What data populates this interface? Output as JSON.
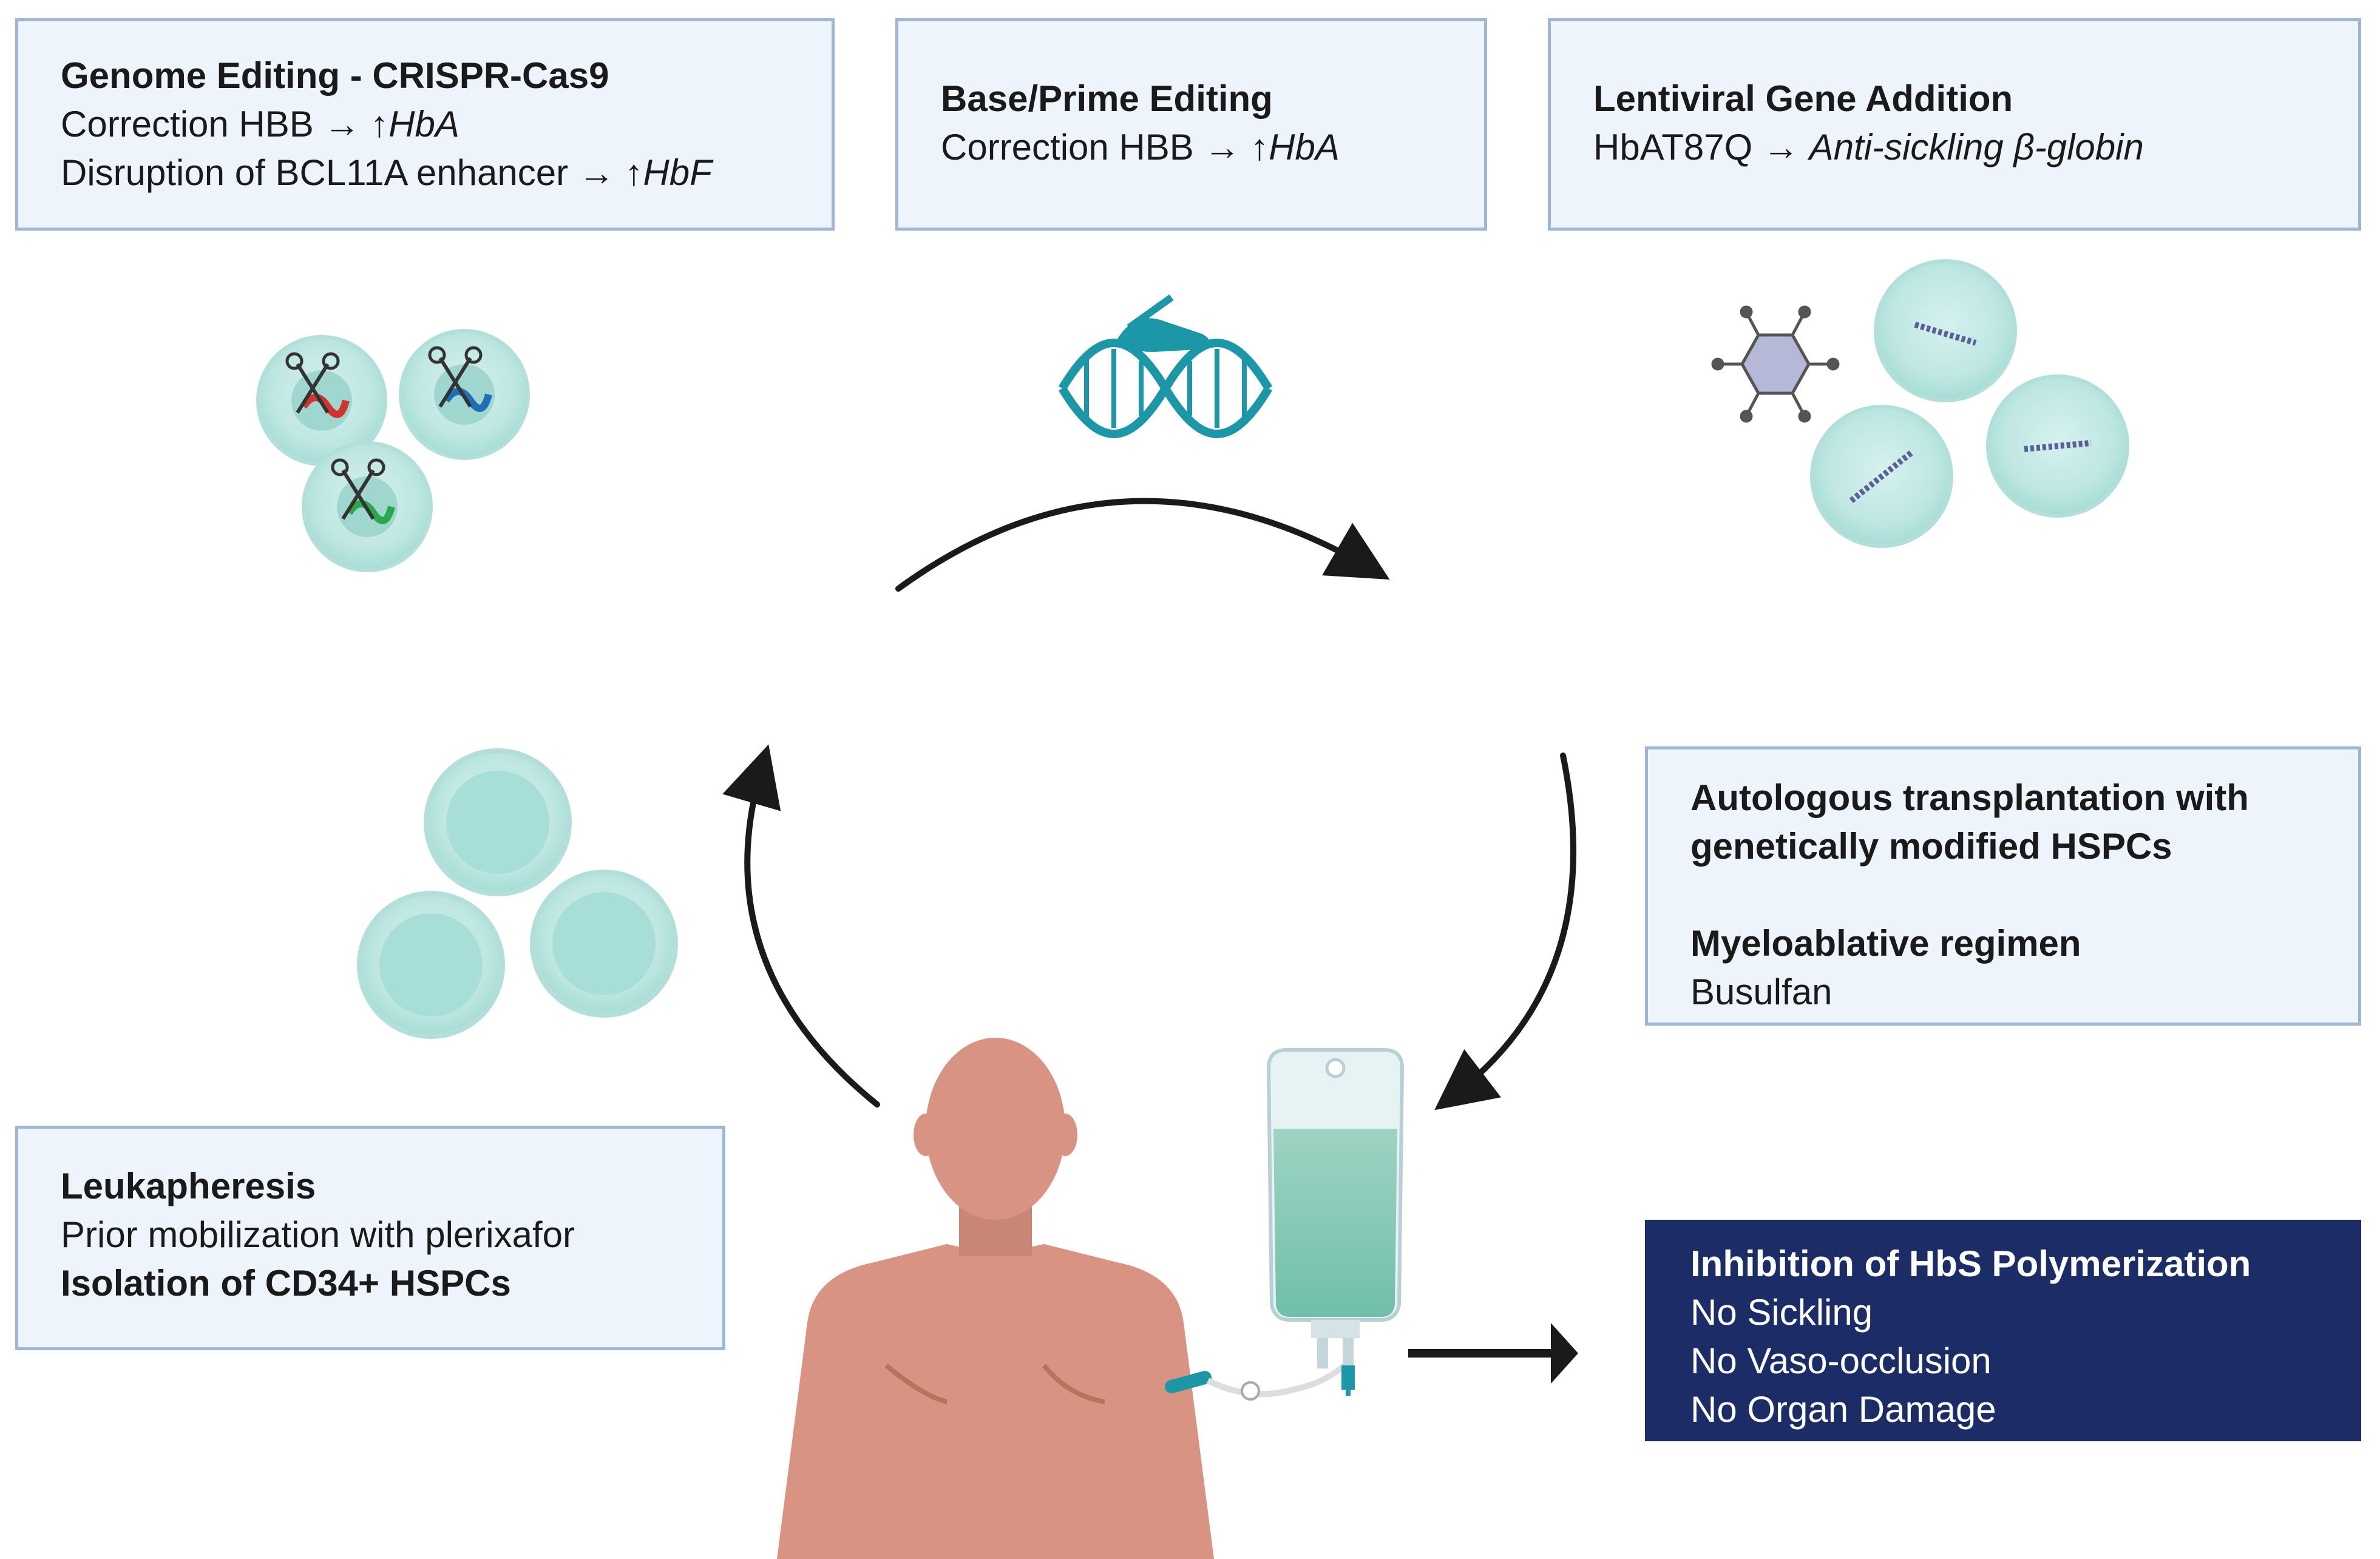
{
  "boxes": {
    "crispr": {
      "title": "Genome Editing - CRISPR-Cas9",
      "line1_prefix": "Correction HBB → ",
      "line1_result": "↑HbA",
      "line2_prefix": "Disruption of BCL11A enhancer → ",
      "line2_result": "↑HbF"
    },
    "base_prime": {
      "title": "Base/Prime Editing",
      "line1_prefix": "Correction HBB → ",
      "line1_result": "↑HbA"
    },
    "lentiviral": {
      "title": "Lentiviral Gene Addition",
      "line1_prefix": "HbAT87Q → ",
      "line1_result": "Anti-sickling β-globin"
    },
    "transplant": {
      "title1": "Autologous transplantation with",
      "title2": "genetically modified HSPCs",
      "regimen_title": "Myeloablative regimen",
      "regimen_drug": "Busulfan"
    },
    "leukapheresis": {
      "title": "Leukapheresis",
      "line1": "Prior mobilization with plerixafor",
      "line2": "Isolation of CD34+ HSPCs"
    },
    "outcome": {
      "title": "Inhibition of HbS Polymerization",
      "items": [
        "No Sickling",
        "No Vaso-occlusion",
        "No Organ Damage"
      ]
    }
  },
  "icons": {
    "edited_cells": "cells-with-scissors-icon",
    "dna_pen": "dna-editing-pen-icon",
    "virus_cells": "lentivirus-and-cells-icon",
    "hspc_cells": "hspc-cells-icon",
    "patient": "patient-icon",
    "iv_bag": "iv-bag-icon"
  },
  "colors": {
    "box_fill": "#eef4fc",
    "box_border": "#9fb6d6",
    "outcome_fill": "#1b2c66",
    "cell_fill": "#a8ded8",
    "skin": "#d99382",
    "teal": "#1c97a8"
  }
}
